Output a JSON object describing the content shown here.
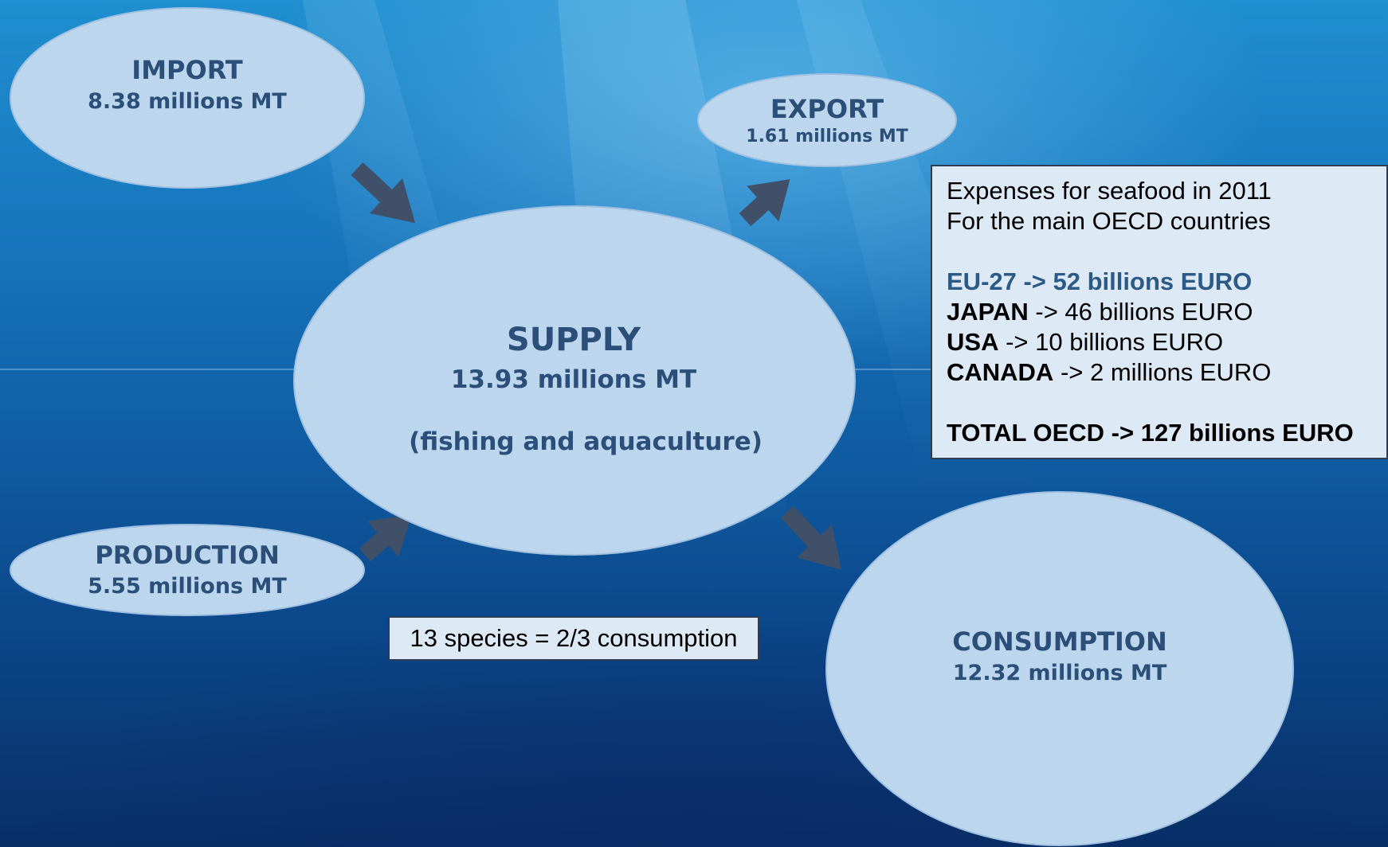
{
  "nodes": {
    "import": {
      "title": "IMPORT",
      "value": "8.38 millions MT"
    },
    "export": {
      "title": "EXPORT",
      "value": "1.61 millions MT"
    },
    "supply": {
      "title": "SUPPLY",
      "value": "13.93 millions MT",
      "note": "(fishing and aquaculture)"
    },
    "production": {
      "title": "PRODUCTION",
      "value": "5.55 millions MT"
    },
    "consumption": {
      "title": "CONSUMPTION",
      "value": "12.32 millions MT"
    }
  },
  "expenses": {
    "line1": "Expenses for seafood in 2011",
    "line2": "For the main OECD countries",
    "items": [
      {
        "region": "EU-27 -> 52 billions EURO",
        "amount": ""
      },
      {
        "region": "JAPAN",
        "amount": " -> 46 billions EURO"
      },
      {
        "region": "USA",
        "amount": " -> 10 billions EURO"
      },
      {
        "region": "CANADA",
        "amount": " -> 2 millions EURO"
      }
    ],
    "total": "TOTAL OECD -> 127 billions EURO"
  },
  "species_note": "13 species = 2/3 consumption",
  "colors": {
    "ellipse_fill": "#bcd6ee",
    "ellipse_stroke": "#9fc0e0",
    "label_text": "#2b4f79",
    "arrow": "#3f5068"
  }
}
